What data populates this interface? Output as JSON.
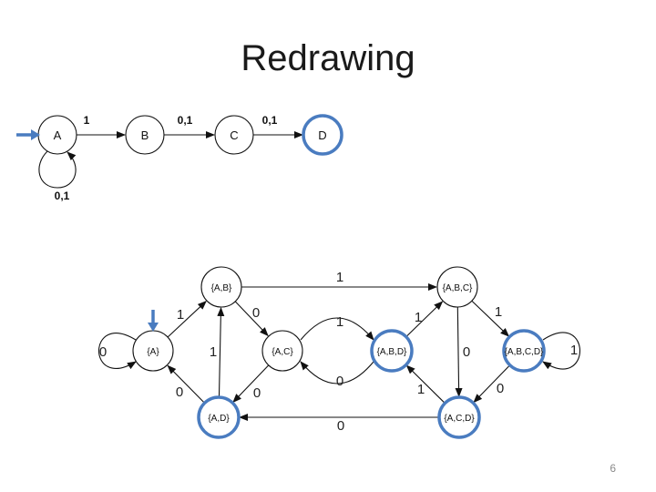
{
  "slide": {
    "title": "Redrawing",
    "page_number": "6"
  },
  "colors": {
    "accent": "#4a7cc0",
    "edge": "#111111",
    "node_fill": "#ffffff"
  },
  "nfa": {
    "states": [
      {
        "id": "A",
        "label": "A",
        "start": true,
        "accepting": false
      },
      {
        "id": "B",
        "label": "B",
        "start": false,
        "accepting": false
      },
      {
        "id": "C",
        "label": "C",
        "start": false,
        "accepting": false
      },
      {
        "id": "D",
        "label": "D",
        "start": false,
        "accepting": true
      }
    ],
    "transitions": [
      {
        "from": "A",
        "to": "A",
        "label": "0,1"
      },
      {
        "from": "A",
        "to": "B",
        "label": "1"
      },
      {
        "from": "B",
        "to": "C",
        "label": "0,1"
      },
      {
        "from": "C",
        "to": "D",
        "label": "0,1"
      }
    ]
  },
  "dfa": {
    "states": [
      {
        "id": "A",
        "label": "{A}",
        "start": true,
        "accepting": false
      },
      {
        "id": "AB",
        "label": "{A,B}",
        "start": false,
        "accepting": false
      },
      {
        "id": "AC",
        "label": "{A,C}",
        "start": false,
        "accepting": false
      },
      {
        "id": "ABD",
        "label": "{A,B,D}",
        "start": false,
        "accepting": true
      },
      {
        "id": "ABC",
        "label": "{A,B,C}",
        "start": false,
        "accepting": false
      },
      {
        "id": "ABCD",
        "label": "{A,B,C,D}",
        "start": false,
        "accepting": true
      },
      {
        "id": "AD",
        "label": "{A,D}",
        "start": false,
        "accepting": true
      },
      {
        "id": "ACD",
        "label": "{A,C,D}",
        "start": false,
        "accepting": true
      }
    ],
    "transitions": [
      {
        "from": "A",
        "to": "A",
        "label": "0"
      },
      {
        "from": "A",
        "to": "AB",
        "label": "1"
      },
      {
        "from": "AB",
        "to": "ABC",
        "label": "1"
      },
      {
        "from": "AB",
        "to": "AC",
        "label": "0"
      },
      {
        "from": "AD",
        "to": "AB",
        "label": "1"
      },
      {
        "from": "AD",
        "to": "A",
        "label": "0"
      },
      {
        "from": "AC",
        "to": "AD",
        "label": "0"
      },
      {
        "from": "AC",
        "to": "ABD",
        "label": "1"
      },
      {
        "from": "ABD",
        "to": "AC",
        "label": "0"
      },
      {
        "from": "ABD",
        "to": "ABC",
        "label": "1"
      },
      {
        "from": "ABC",
        "to": "ABCD",
        "label": "1"
      },
      {
        "from": "ABC",
        "to": "ACD",
        "label": "0"
      },
      {
        "from": "ABCD",
        "to": "ABCD",
        "label": "1"
      },
      {
        "from": "ABCD",
        "to": "ACD",
        "label": "0"
      },
      {
        "from": "ACD",
        "to": "ABD",
        "label": "1"
      },
      {
        "from": "ACD",
        "to": "AD",
        "label": "0"
      }
    ]
  }
}
